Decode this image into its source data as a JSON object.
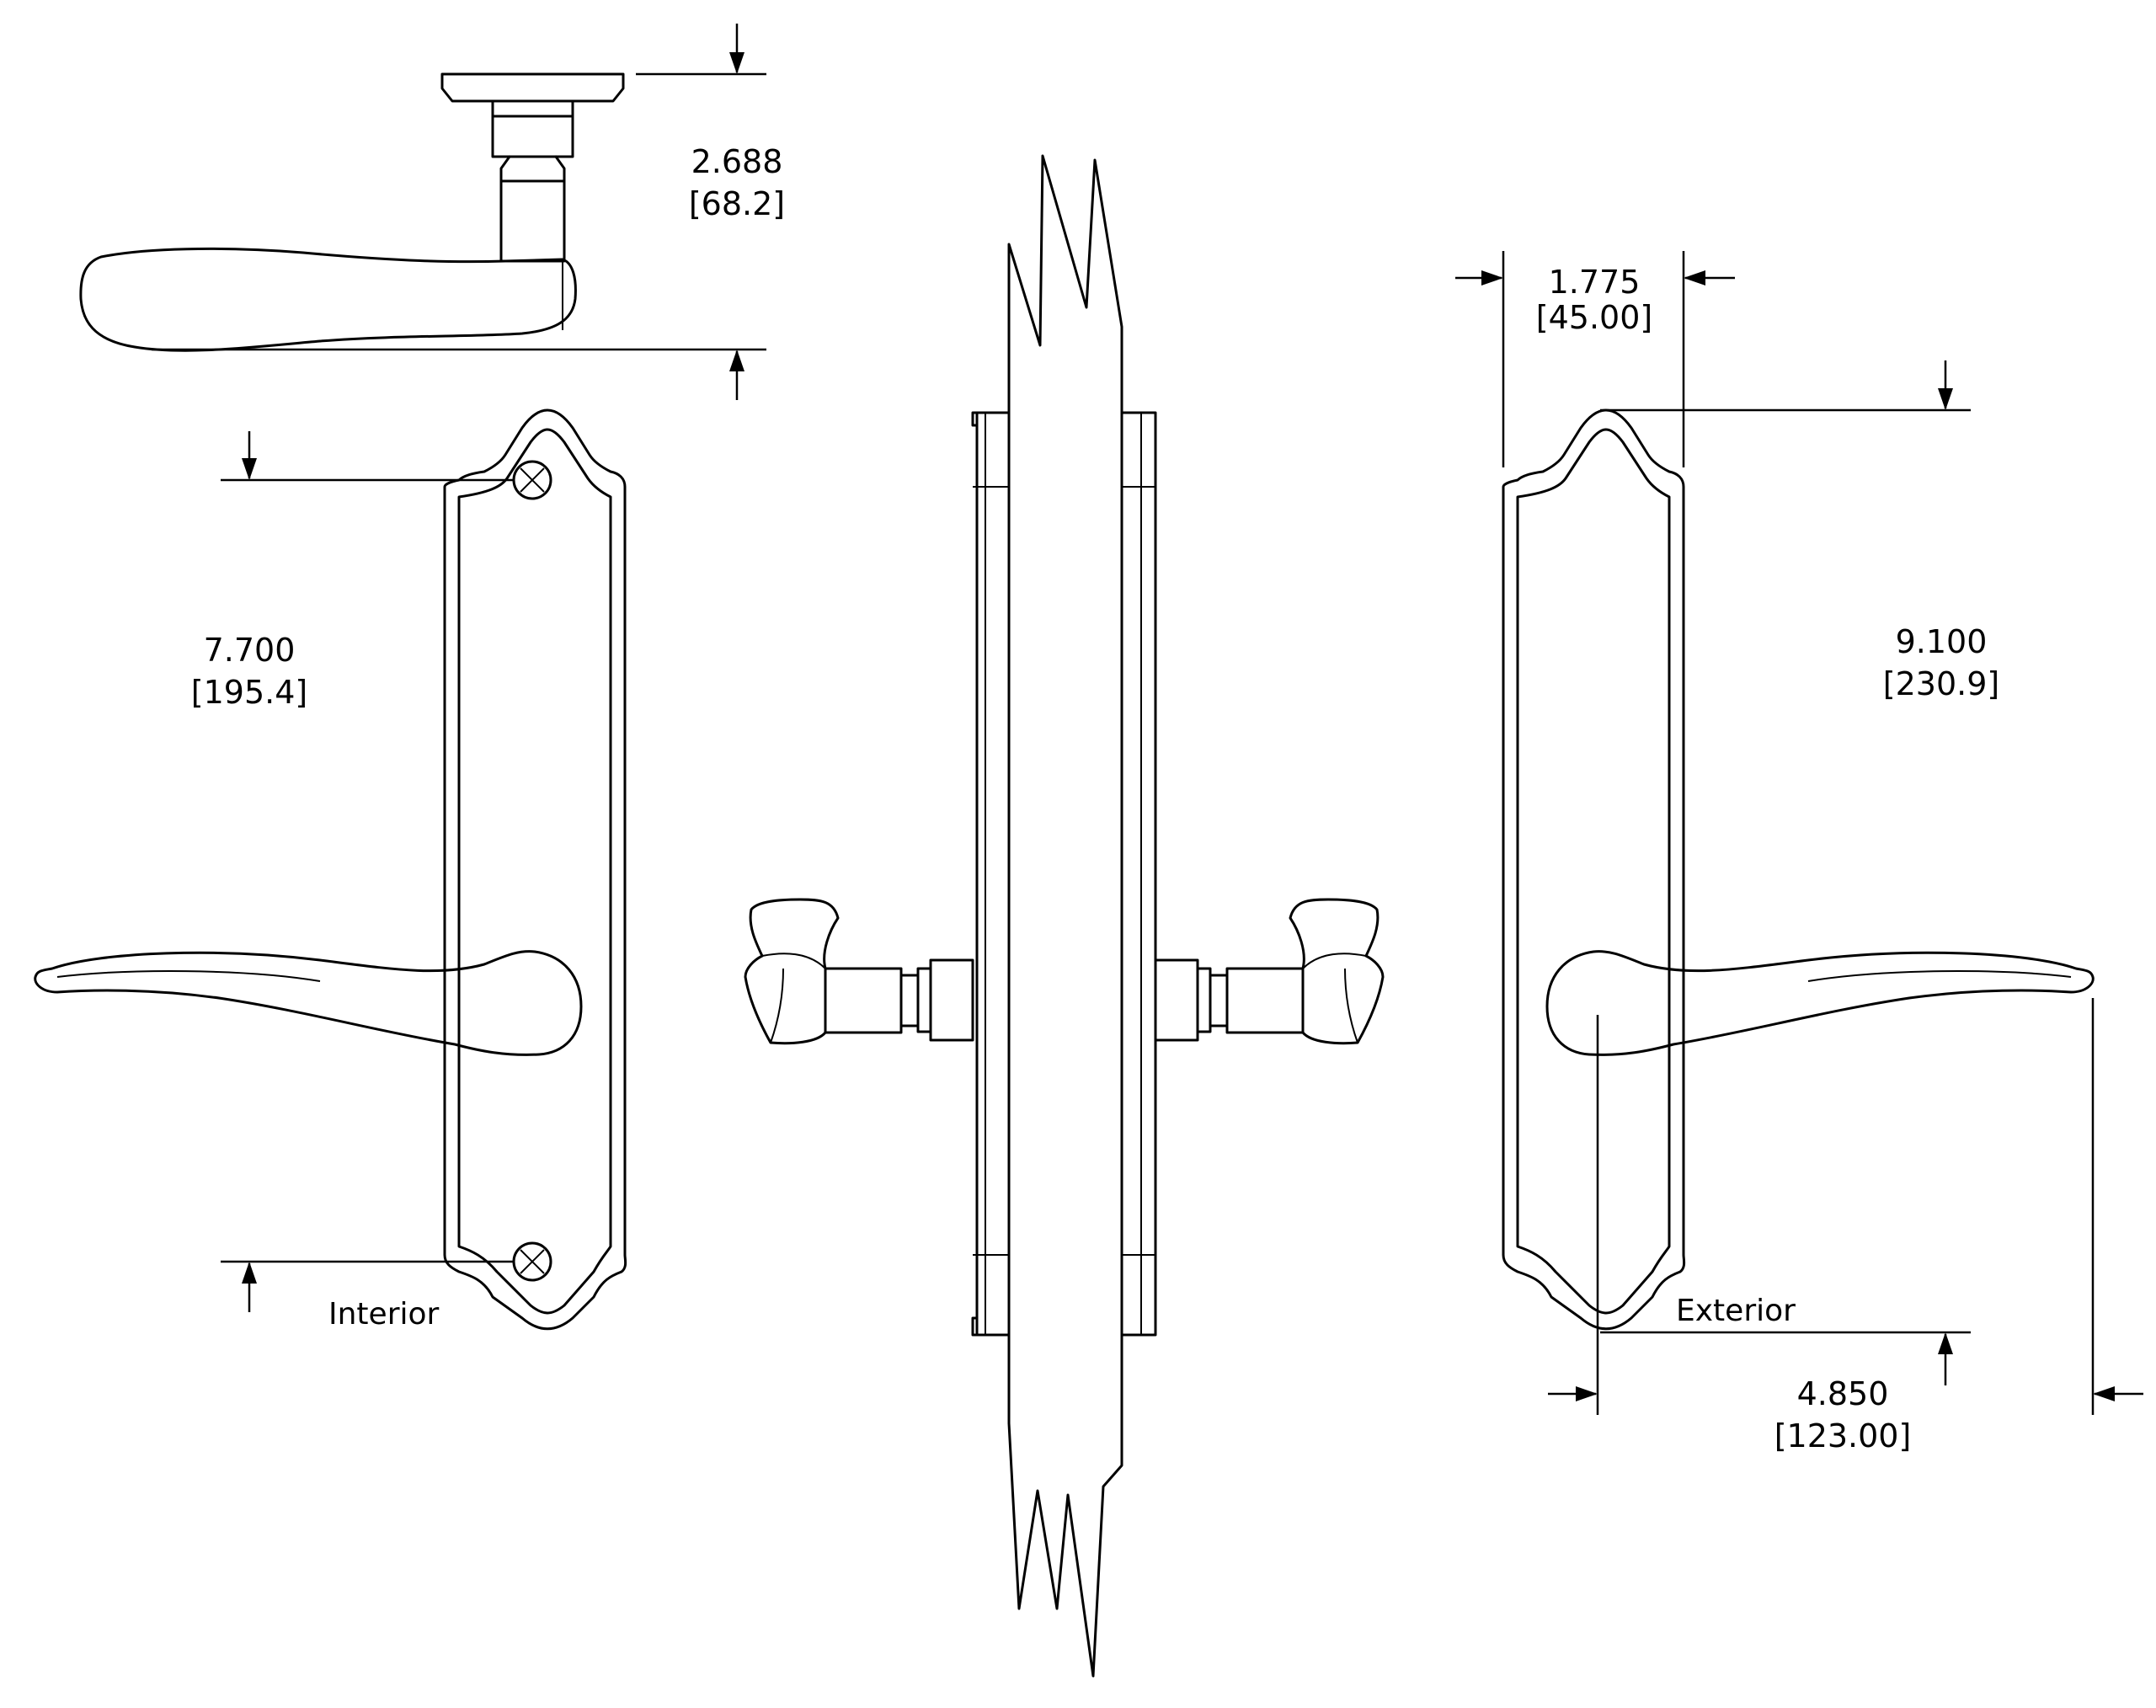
{
  "labels": {
    "interior": "Interior",
    "exterior": "Exterior"
  },
  "dimensions": {
    "top_height": {
      "inch": "2.688",
      "mm": "[68.2]"
    },
    "screw_spacing": {
      "inch": "7.700",
      "mm": "[195.4]"
    },
    "plate_width": {
      "inch": "1.775",
      "mm": "[45.00]"
    },
    "plate_height": {
      "inch": "9.100",
      "mm": "[230.9]"
    },
    "lever_projection": {
      "inch": "4.850",
      "mm": "[123.00]"
    }
  }
}
